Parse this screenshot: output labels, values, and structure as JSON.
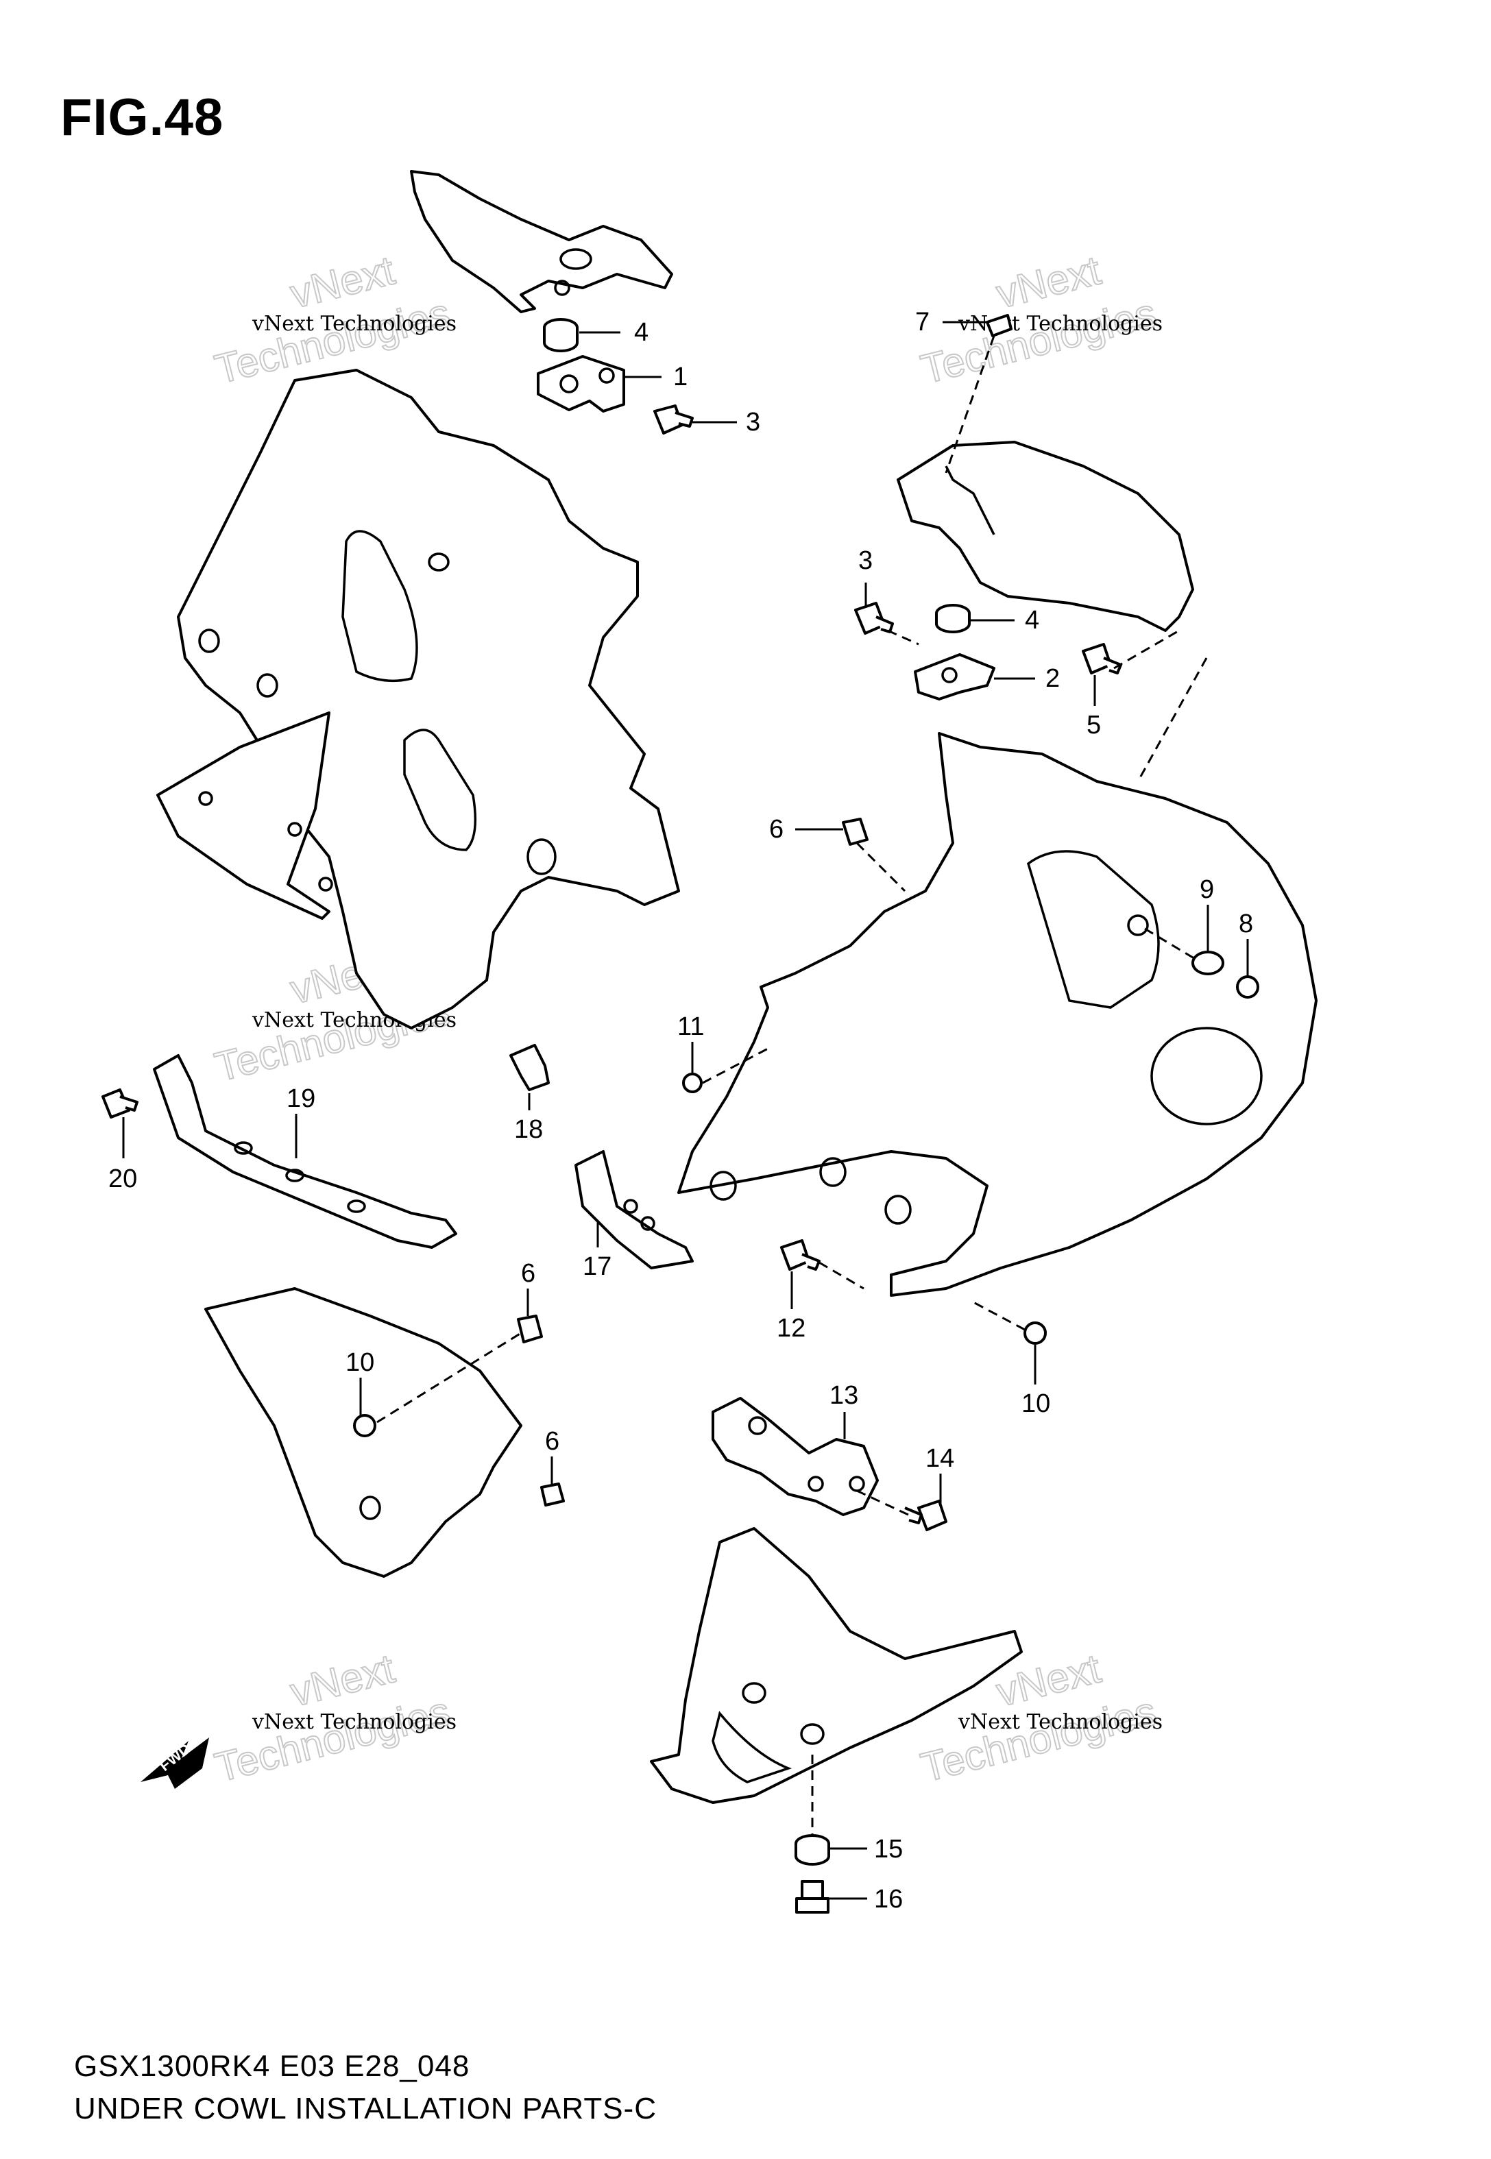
{
  "figure": {
    "title": "FIG.48",
    "model_code": "GSX1300RK4 E03 E28_048",
    "caption": "UNDER COWL INSTALLATION PARTS-C",
    "fwd_label": "FWD"
  },
  "watermark": {
    "line1": "vNext Technologies",
    "line2": "vNext",
    "line3": "Technologies"
  },
  "callouts": [
    {
      "id": "c-4a",
      "number": "4"
    },
    {
      "id": "c-1",
      "number": "1"
    },
    {
      "id": "c-3a",
      "number": "3"
    },
    {
      "id": "c-7",
      "number": "7"
    },
    {
      "id": "c-3b",
      "number": "3"
    },
    {
      "id": "c-4b",
      "number": "4"
    },
    {
      "id": "c-2",
      "number": "2"
    },
    {
      "id": "c-5",
      "number": "5"
    },
    {
      "id": "c-6a",
      "number": "6"
    },
    {
      "id": "c-9",
      "number": "9"
    },
    {
      "id": "c-8",
      "number": "8"
    },
    {
      "id": "c-11",
      "number": "11"
    },
    {
      "id": "c-19",
      "number": "19"
    },
    {
      "id": "c-20",
      "number": "20"
    },
    {
      "id": "c-18",
      "number": "18"
    },
    {
      "id": "c-17",
      "number": "17"
    },
    {
      "id": "c-12",
      "number": "12"
    },
    {
      "id": "c-10a",
      "number": "10"
    },
    {
      "id": "c-6b",
      "number": "6"
    },
    {
      "id": "c-10b",
      "number": "10"
    },
    {
      "id": "c-6c",
      "number": "6"
    },
    {
      "id": "c-13",
      "number": "13"
    },
    {
      "id": "c-14",
      "number": "14"
    },
    {
      "id": "c-15",
      "number": "15"
    },
    {
      "id": "c-16",
      "number": "16"
    }
  ]
}
